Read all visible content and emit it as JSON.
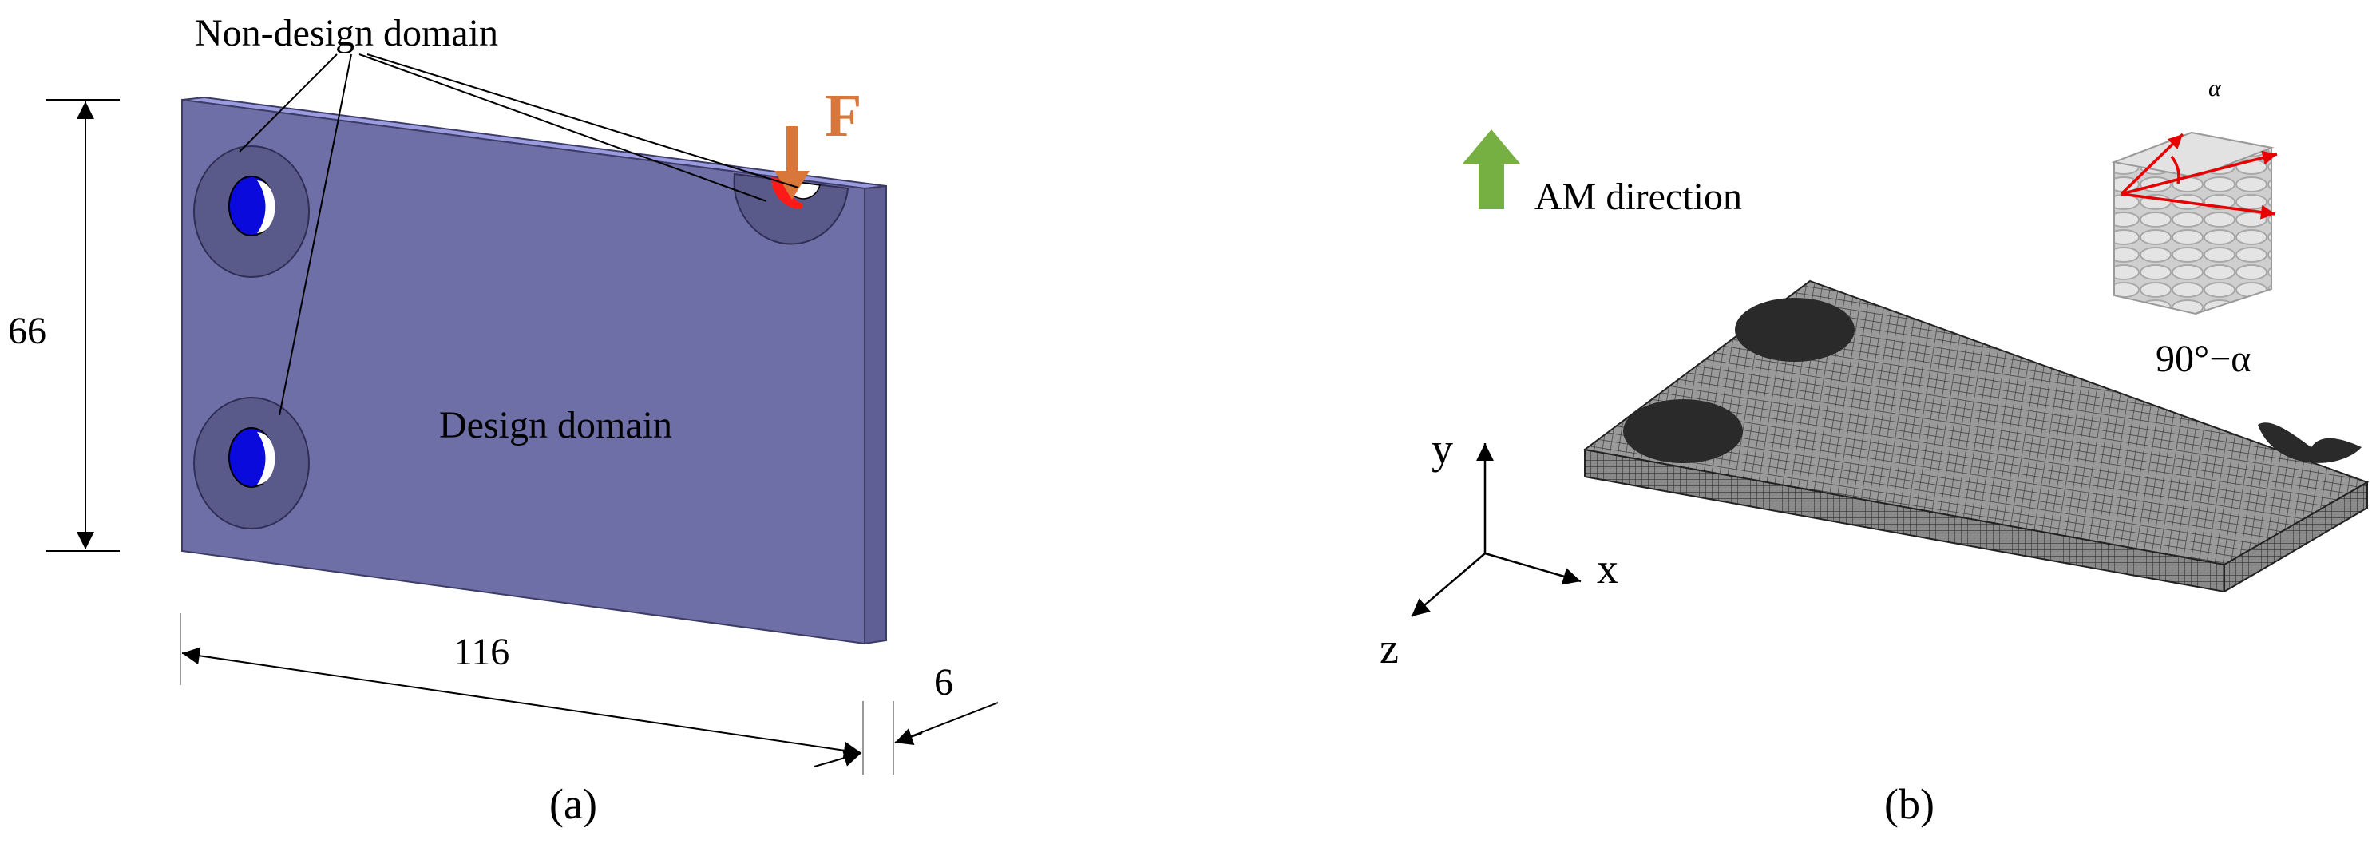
{
  "panel_a": {
    "label_non_design": "Non-design domain",
    "label_design": "Design domain",
    "force_label": "F",
    "dim_height": "66",
    "dim_width": "116",
    "dim_thickness": "6",
    "caption": "(a)"
  },
  "panel_b": {
    "am_direction": "AM direction",
    "axis_y": "y",
    "axis_x": "x",
    "axis_z": "z",
    "alpha_symbol": "α",
    "angle_label": "90°−α",
    "caption": "(b)"
  },
  "colors": {
    "plate_face": "#6f6fa7",
    "plate_top": "#9b9be0",
    "plate_side": "#5f5f95",
    "hole_inner": "#0a0adc",
    "force_arrow": "#d9773a",
    "load_region": "#ff1a1a",
    "am_arrow": "#76b043",
    "mesh_gray": "#8e8e8e",
    "mesh_dark": "#2a2a2a",
    "fiber_arrow": "#e60000"
  }
}
